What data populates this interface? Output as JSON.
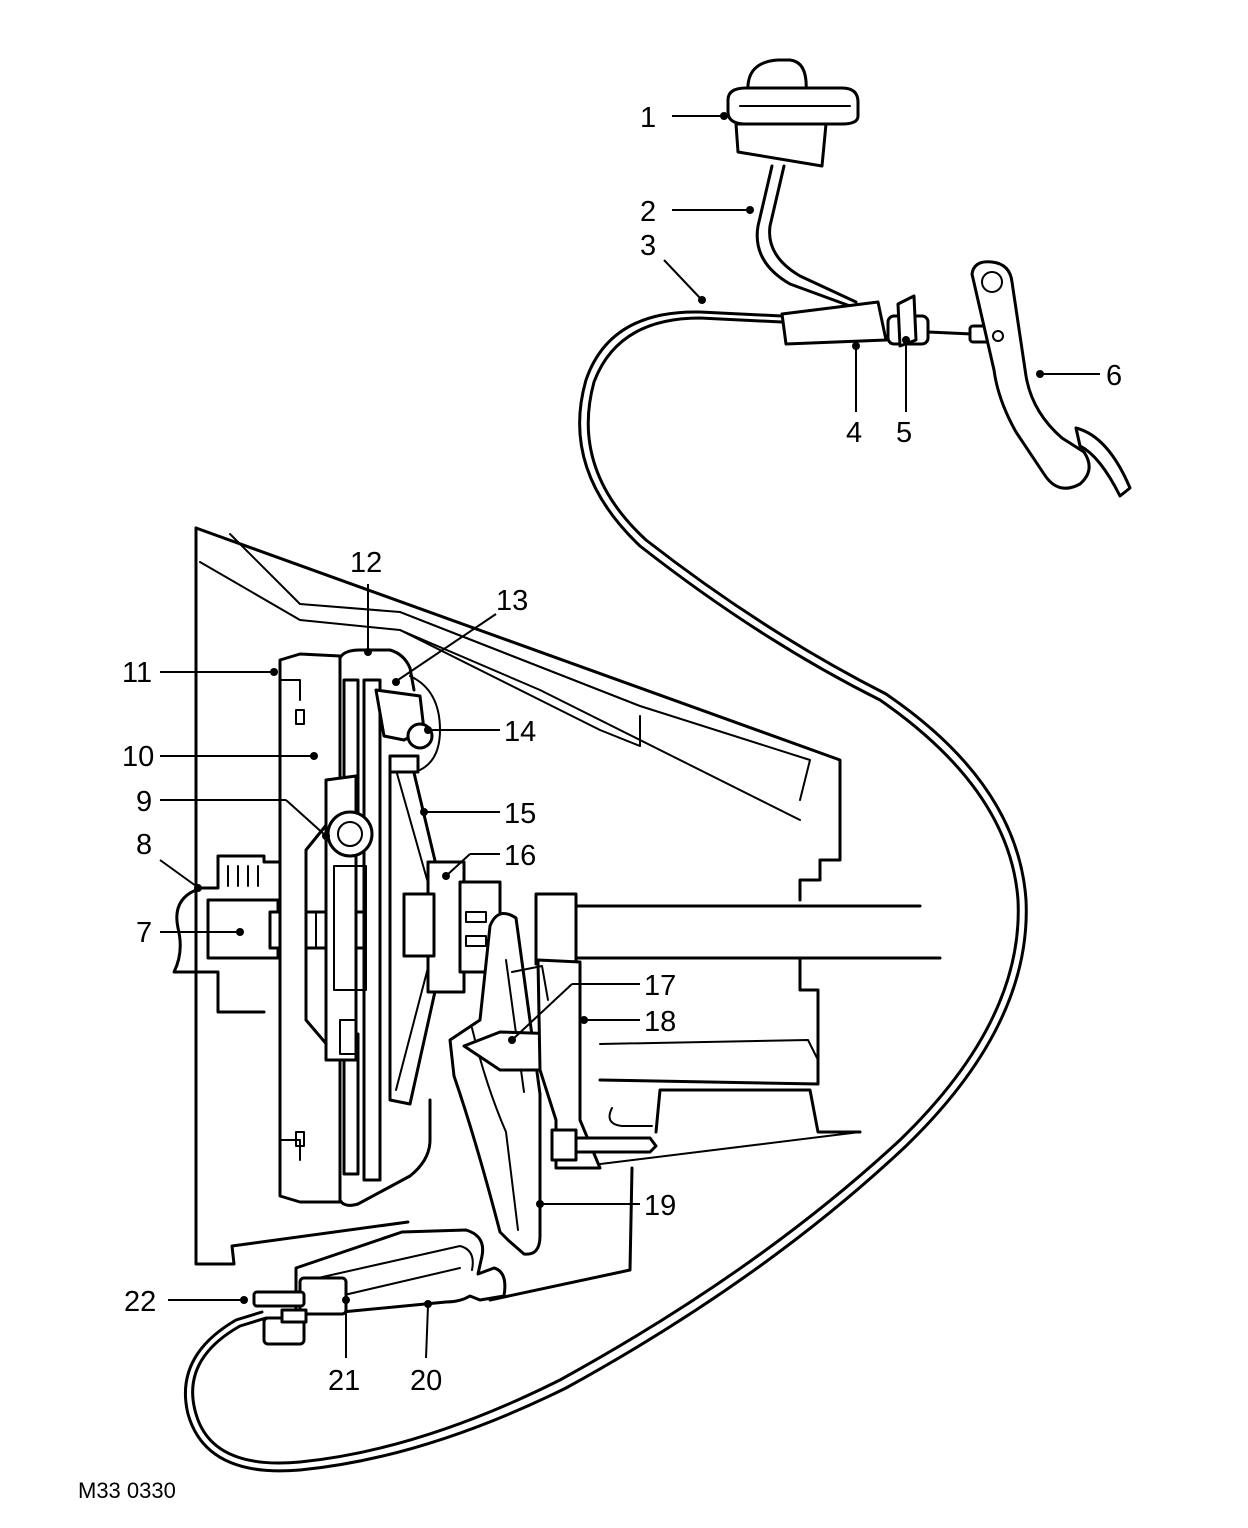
{
  "diagram": {
    "figure_code": "M33 0330",
    "callouts": [
      "1",
      "2",
      "3",
      "4",
      "5",
      "6",
      "7",
      "8",
      "9",
      "10",
      "11",
      "12",
      "13",
      "14",
      "15",
      "16",
      "17",
      "18",
      "19",
      "20",
      "21",
      "22"
    ]
  }
}
